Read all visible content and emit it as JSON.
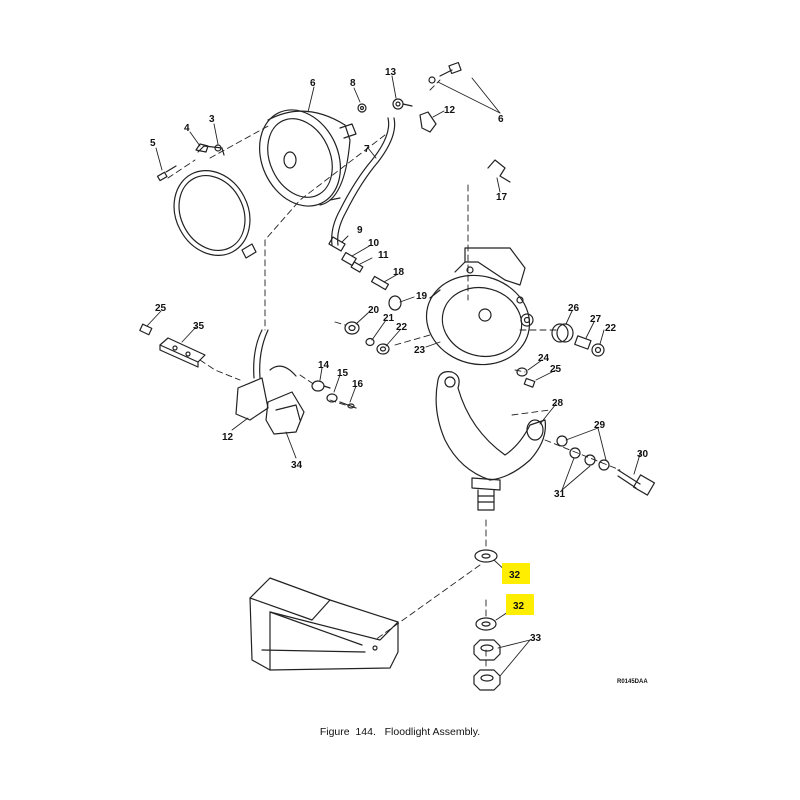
{
  "figure": {
    "caption_number": "Figure  144.",
    "caption_title": "Floodlight Assembly.",
    "drawing_number": "R0145DAA"
  },
  "callouts": {
    "c6a": "6",
    "c8": "8",
    "c13": "13",
    "c6b": "6",
    "c12a": "12",
    "c5": "5",
    "c4": "4",
    "c3": "3",
    "c7": "7",
    "c17": "17",
    "c9": "9",
    "c10": "10",
    "c11": "11",
    "c18": "18",
    "c19": "19",
    "c25a": "25",
    "c35": "35",
    "c20": "20",
    "c21": "21",
    "c22a": "22",
    "c23": "23",
    "c26": "26",
    "c27": "27",
    "c22b": "22",
    "c24": "24",
    "c25b": "25",
    "c14": "14",
    "c15": "15",
    "c16": "16",
    "c12b": "12",
    "c34": "34",
    "c28": "28",
    "c29": "29",
    "c30": "30",
    "c31": "31",
    "c32a": "32",
    "c32b": "32",
    "c33": "33"
  },
  "highlight_color": "#ffee00"
}
